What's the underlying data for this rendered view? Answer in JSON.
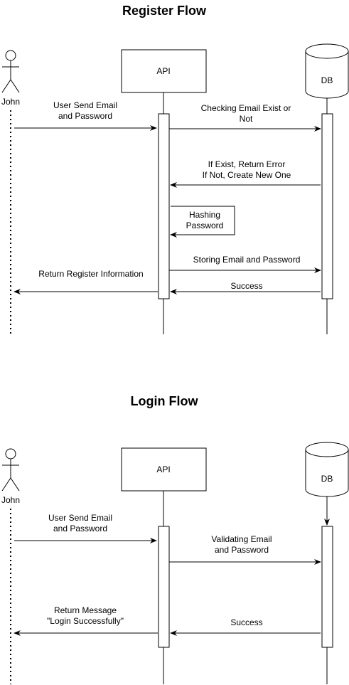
{
  "register": {
    "title": "Register Flow",
    "actor": "John",
    "api": "API",
    "db": "DB",
    "messages": {
      "m1a": "User Send Email",
      "m1b": "and Password",
      "m2a": "Checking Email Exist or",
      "m2b": "Not",
      "m3a": "If Exist, Return Error",
      "m3b": "If Not, Create New One",
      "m4a": "Hashing",
      "m4b": "Password",
      "m5": "Storing Email and Password",
      "m6": "Return Register Information",
      "m7": "Success"
    }
  },
  "login": {
    "title": "Login Flow",
    "actor": "John",
    "api": "API",
    "db": "DB",
    "messages": {
      "m1a": "User Send Email",
      "m1b": "and Password",
      "m2a": "Validating Email",
      "m2b": "and Password",
      "m3a": "Return Message",
      "m3b": "\"Login Successfully\"",
      "m4": "Success"
    }
  }
}
